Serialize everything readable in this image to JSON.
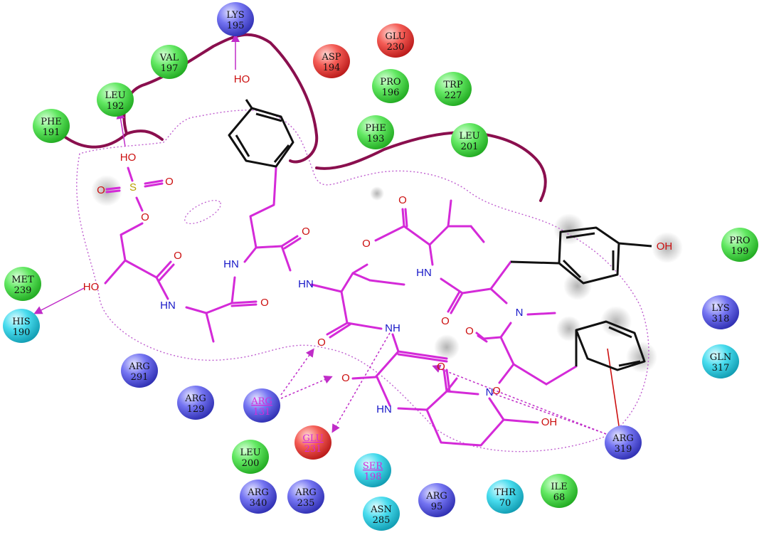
{
  "colors": {
    "ligand": "#d42ad8",
    "backbone": "#8a0f4e",
    "outline": "#c060d0",
    "nonpolar": "#44e044",
    "acidic": "#f0504a",
    "basic": "#6a6af0",
    "polar": "#3cd8ec"
  },
  "residues": [
    {
      "name": "LYS",
      "num": "195",
      "type": "basic"
    },
    {
      "name": "VAL",
      "num": "197",
      "type": "nonpolar"
    },
    {
      "name": "LEU",
      "num": "192",
      "type": "nonpolar"
    },
    {
      "name": "PHE",
      "num": "191",
      "type": "nonpolar"
    },
    {
      "name": "ASP",
      "num": "194",
      "type": "acidic"
    },
    {
      "name": "GLU",
      "num": "230",
      "type": "acidic"
    },
    {
      "name": "PRO",
      "num": "196",
      "type": "nonpolar"
    },
    {
      "name": "TRP",
      "num": "227",
      "type": "nonpolar"
    },
    {
      "name": "PHE",
      "num": "193",
      "type": "nonpolar"
    },
    {
      "name": "LEU",
      "num": "201",
      "type": "nonpolar"
    },
    {
      "name": "PRO",
      "num": "199",
      "type": "nonpolar"
    },
    {
      "name": "MET",
      "num": "239",
      "type": "nonpolar"
    },
    {
      "name": "HIS",
      "num": "190",
      "type": "polar"
    },
    {
      "name": "LYS",
      "num": "318",
      "type": "basic"
    },
    {
      "name": "GLN",
      "num": "317",
      "type": "polar"
    },
    {
      "name": "ARG",
      "num": "291",
      "type": "basic"
    },
    {
      "name": "ARG",
      "num": "129",
      "type": "basic"
    },
    {
      "name": "ARG",
      "num": "131",
      "type": "basic",
      "highlight": true
    },
    {
      "name": "GLU",
      "num": "231",
      "type": "acidic",
      "highlight": true
    },
    {
      "name": "ARG",
      "num": "319",
      "type": "basic"
    },
    {
      "name": "LEU",
      "num": "200",
      "type": "nonpolar"
    },
    {
      "name": "SER",
      "num": "198",
      "type": "polar",
      "highlight": true
    },
    {
      "name": "ARG",
      "num": "340",
      "type": "basic"
    },
    {
      "name": "ARG",
      "num": "235",
      "type": "basic"
    },
    {
      "name": "ASN",
      "num": "285",
      "type": "polar"
    },
    {
      "name": "ARG",
      "num": "95",
      "type": "basic"
    },
    {
      "name": "THR",
      "num": "70",
      "type": "polar"
    },
    {
      "name": "ILE",
      "num": "68",
      "type": "nonpolar"
    }
  ],
  "atom_labels": {
    "ho_top": "HO",
    "ho_sulfate": "HO",
    "o_sulf_left": "O",
    "s_sulf": "S",
    "o_sulf_right": "O",
    "o_sulf_bottom": "O",
    "ho_left": "HO",
    "o_amide1": "O",
    "hn1": "HN",
    "o_amide2": "O",
    "hn2": "HN",
    "o_amide3": "O",
    "hn3": "HN",
    "o_ester_ring": "O",
    "o_ester_carbonyl": "O",
    "hn4": "HN",
    "o_amide4": "O",
    "n_methyl": "N",
    "oh_right": "OH",
    "o_amide5": "O",
    "nh5": "NH",
    "o_amide6": "O",
    "o_amide7": "O",
    "o_amide8": "O",
    "o_amide9": "O",
    "hn6": "HN",
    "n_ring": "N",
    "oh_ring": "OH"
  }
}
